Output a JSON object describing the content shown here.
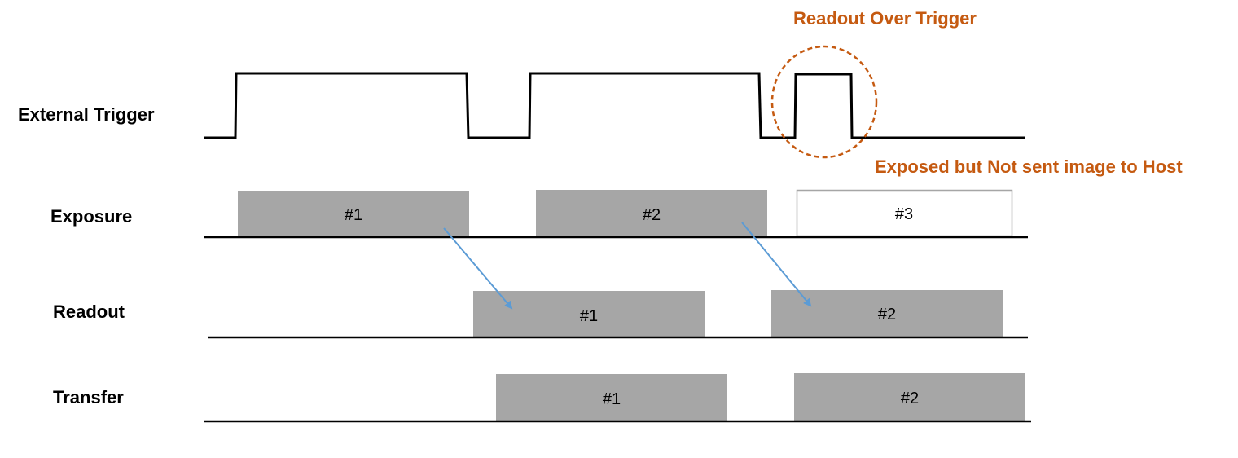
{
  "colors": {
    "block_fill": "#a6a6a6",
    "empty_block_fill": "#ffffff",
    "empty_block_stroke": "#a6a6a6",
    "arrow": "#5b9bd5",
    "annotation": "#c55a11",
    "line": "#000000"
  },
  "rows": {
    "external_trigger": "External Trigger",
    "exposure": "Exposure",
    "readout": "Readout",
    "transfer": "Transfer"
  },
  "annotations": {
    "readout_over_trigger": "Readout Over Trigger",
    "exposed_not_sent": "Exposed but Not sent image to Host"
  },
  "blocks": {
    "exposure": [
      {
        "label": "#1",
        "filled": true
      },
      {
        "label": "#2",
        "filled": true
      },
      {
        "label": "#3",
        "filled": false
      }
    ],
    "readout": [
      {
        "label": "#1",
        "filled": true
      },
      {
        "label": "#2",
        "filled": true
      }
    ],
    "transfer": [
      {
        "label": "#1",
        "filled": true
      },
      {
        "label": "#2",
        "filled": true
      }
    ]
  }
}
